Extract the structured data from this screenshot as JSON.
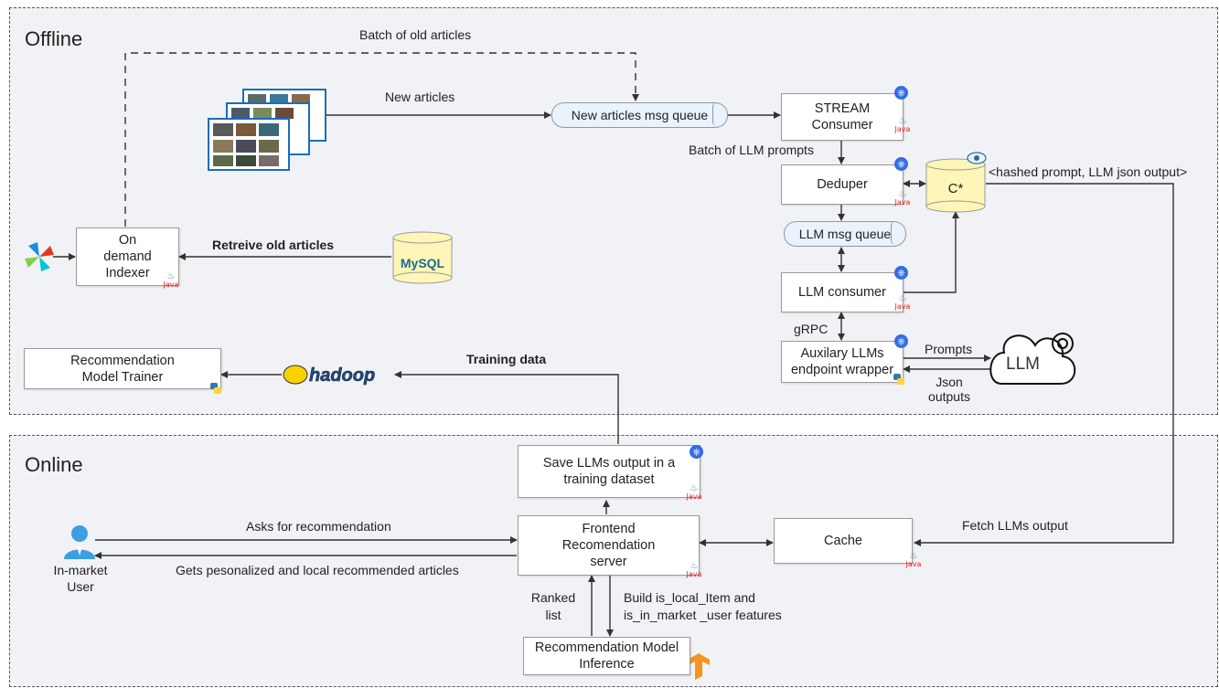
{
  "zones": {
    "offline": "Offline",
    "online": "Online"
  },
  "boxes": {
    "stream_consumer": "STREAM Consumer",
    "deduper": "Deduper",
    "llm_consumer": "LLM consumer",
    "aux_llm_wrapper": "Auxilary LLMs endpoint wrapper",
    "on_demand_indexer": "On demand Indexer",
    "rec_model_trainer": "Recommendation Model Trainer",
    "save_llm_output": "Save LLMs output in a training dataset",
    "frontend_server": "Frontend Recomendation server",
    "cache": "Cache",
    "rec_model_inference": "Recommendation Model Inference"
  },
  "queues": {
    "new_articles": "New articles msg queue",
    "llm": "LLM msg queue"
  },
  "stores": {
    "cassandra": "C*",
    "mysql": "MySQL",
    "hadoop": "hadoop",
    "llm_cloud": "LLM"
  },
  "edges": {
    "batch_old_articles": "Batch of old articles",
    "new_articles": "New articles",
    "batch_llm_prompts": "Batch of LLM prompts",
    "hashed_prompt": "<hashed prompt, LLM json output>",
    "retrieve_old": "Retreive old articles",
    "grpc": "gRPC",
    "prompts": "Prompts",
    "json_outputs": "Json outputs",
    "training_data": "Training data",
    "asks_rec": "Asks for recommendation",
    "gets_rec": "Gets pesonalized and local recommended articles",
    "fetch_llm": "Fetch LLMs output",
    "ranked_list": "Ranked list",
    "build_features": "Build is_local_Item and is_in_market _user features"
  },
  "user": {
    "label": "In-market User"
  },
  "icons": {
    "kubernetes": "kubernetes-icon",
    "java": "java-icon",
    "python": "python-icon",
    "airflow": "airflow-icon",
    "openai": "openai-icon",
    "tensorflow": "tensorflow-icon",
    "eye": "eye-icon",
    "user": "user-icon",
    "articles": "articles-stack-icon"
  },
  "java_text": "Java",
  "colors": {
    "zone_bg": "#f1f2f5",
    "queue_bg": "#eaf2fc",
    "store_bg": "#fdf6b8",
    "k8s_blue": "#326ce5",
    "user_blue": "#3aa0e0"
  }
}
